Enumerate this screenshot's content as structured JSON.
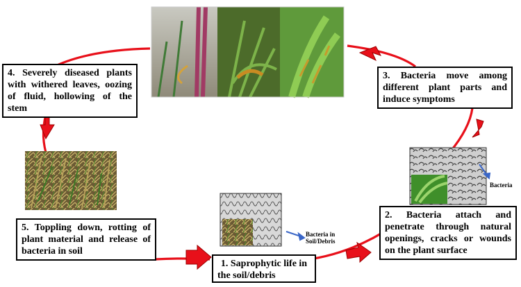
{
  "stages": [
    {
      "id": "s1",
      "lines": [
        "1. Saprophytic life in",
        "the soil/debris"
      ]
    },
    {
      "id": "s2",
      "lines": [
        "2. Bacteria attach and",
        "penetrate through natural",
        "openings, cracks or wounds",
        "on the plant surface"
      ]
    },
    {
      "id": "s3",
      "lines": [
        "3. Bacteria move among",
        "different plant parts and",
        "induce symptoms"
      ]
    },
    {
      "id": "s4",
      "lines": [
        "4. Severely diseased plants",
        "with withered leaves, oozing",
        "of fluid, hollowing of the",
        "stem"
      ]
    },
    {
      "id": "s5",
      "lines": [
        "5. Toppling down, rotting of",
        "plant material and release of",
        "bacteria in soil"
      ]
    }
  ],
  "annotations": {
    "soil_bacteria": [
      "Bacteria in",
      "Soil/Debris"
    ],
    "plant_bacteria": "Bacteria"
  },
  "colors": {
    "cycle_line": "#e8101a",
    "arrow_fill": "#e8101a",
    "pointer": "#3a66c7",
    "box_border": "#000000"
  }
}
